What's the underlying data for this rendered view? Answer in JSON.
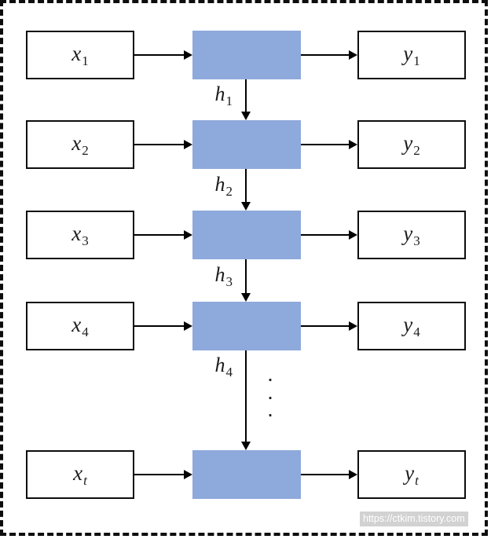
{
  "diagram": {
    "type": "rnn-unrolled-through-time",
    "cell_color": "#8ea9db",
    "box_border_color": "#0d0d0d",
    "rows": [
      {
        "input": {
          "base": "x",
          "sub": "1"
        },
        "output": {
          "base": "y",
          "sub": "1"
        },
        "hidden": {
          "base": "h",
          "sub": "1"
        }
      },
      {
        "input": {
          "base": "x",
          "sub": "2"
        },
        "output": {
          "base": "y",
          "sub": "2"
        },
        "hidden": {
          "base": "h",
          "sub": "2"
        }
      },
      {
        "input": {
          "base": "x",
          "sub": "3"
        },
        "output": {
          "base": "y",
          "sub": "3"
        },
        "hidden": {
          "base": "h",
          "sub": "3"
        }
      },
      {
        "input": {
          "base": "x",
          "sub": "4"
        },
        "output": {
          "base": "y",
          "sub": "4"
        },
        "hidden": {
          "base": "h",
          "sub": "4"
        }
      },
      {
        "input": {
          "base": "x",
          "sub": "t"
        },
        "output": {
          "base": "y",
          "sub": "t"
        }
      }
    ],
    "ellipsis_dot": ".",
    "watermark": "https://ctkim.tistory.com"
  }
}
